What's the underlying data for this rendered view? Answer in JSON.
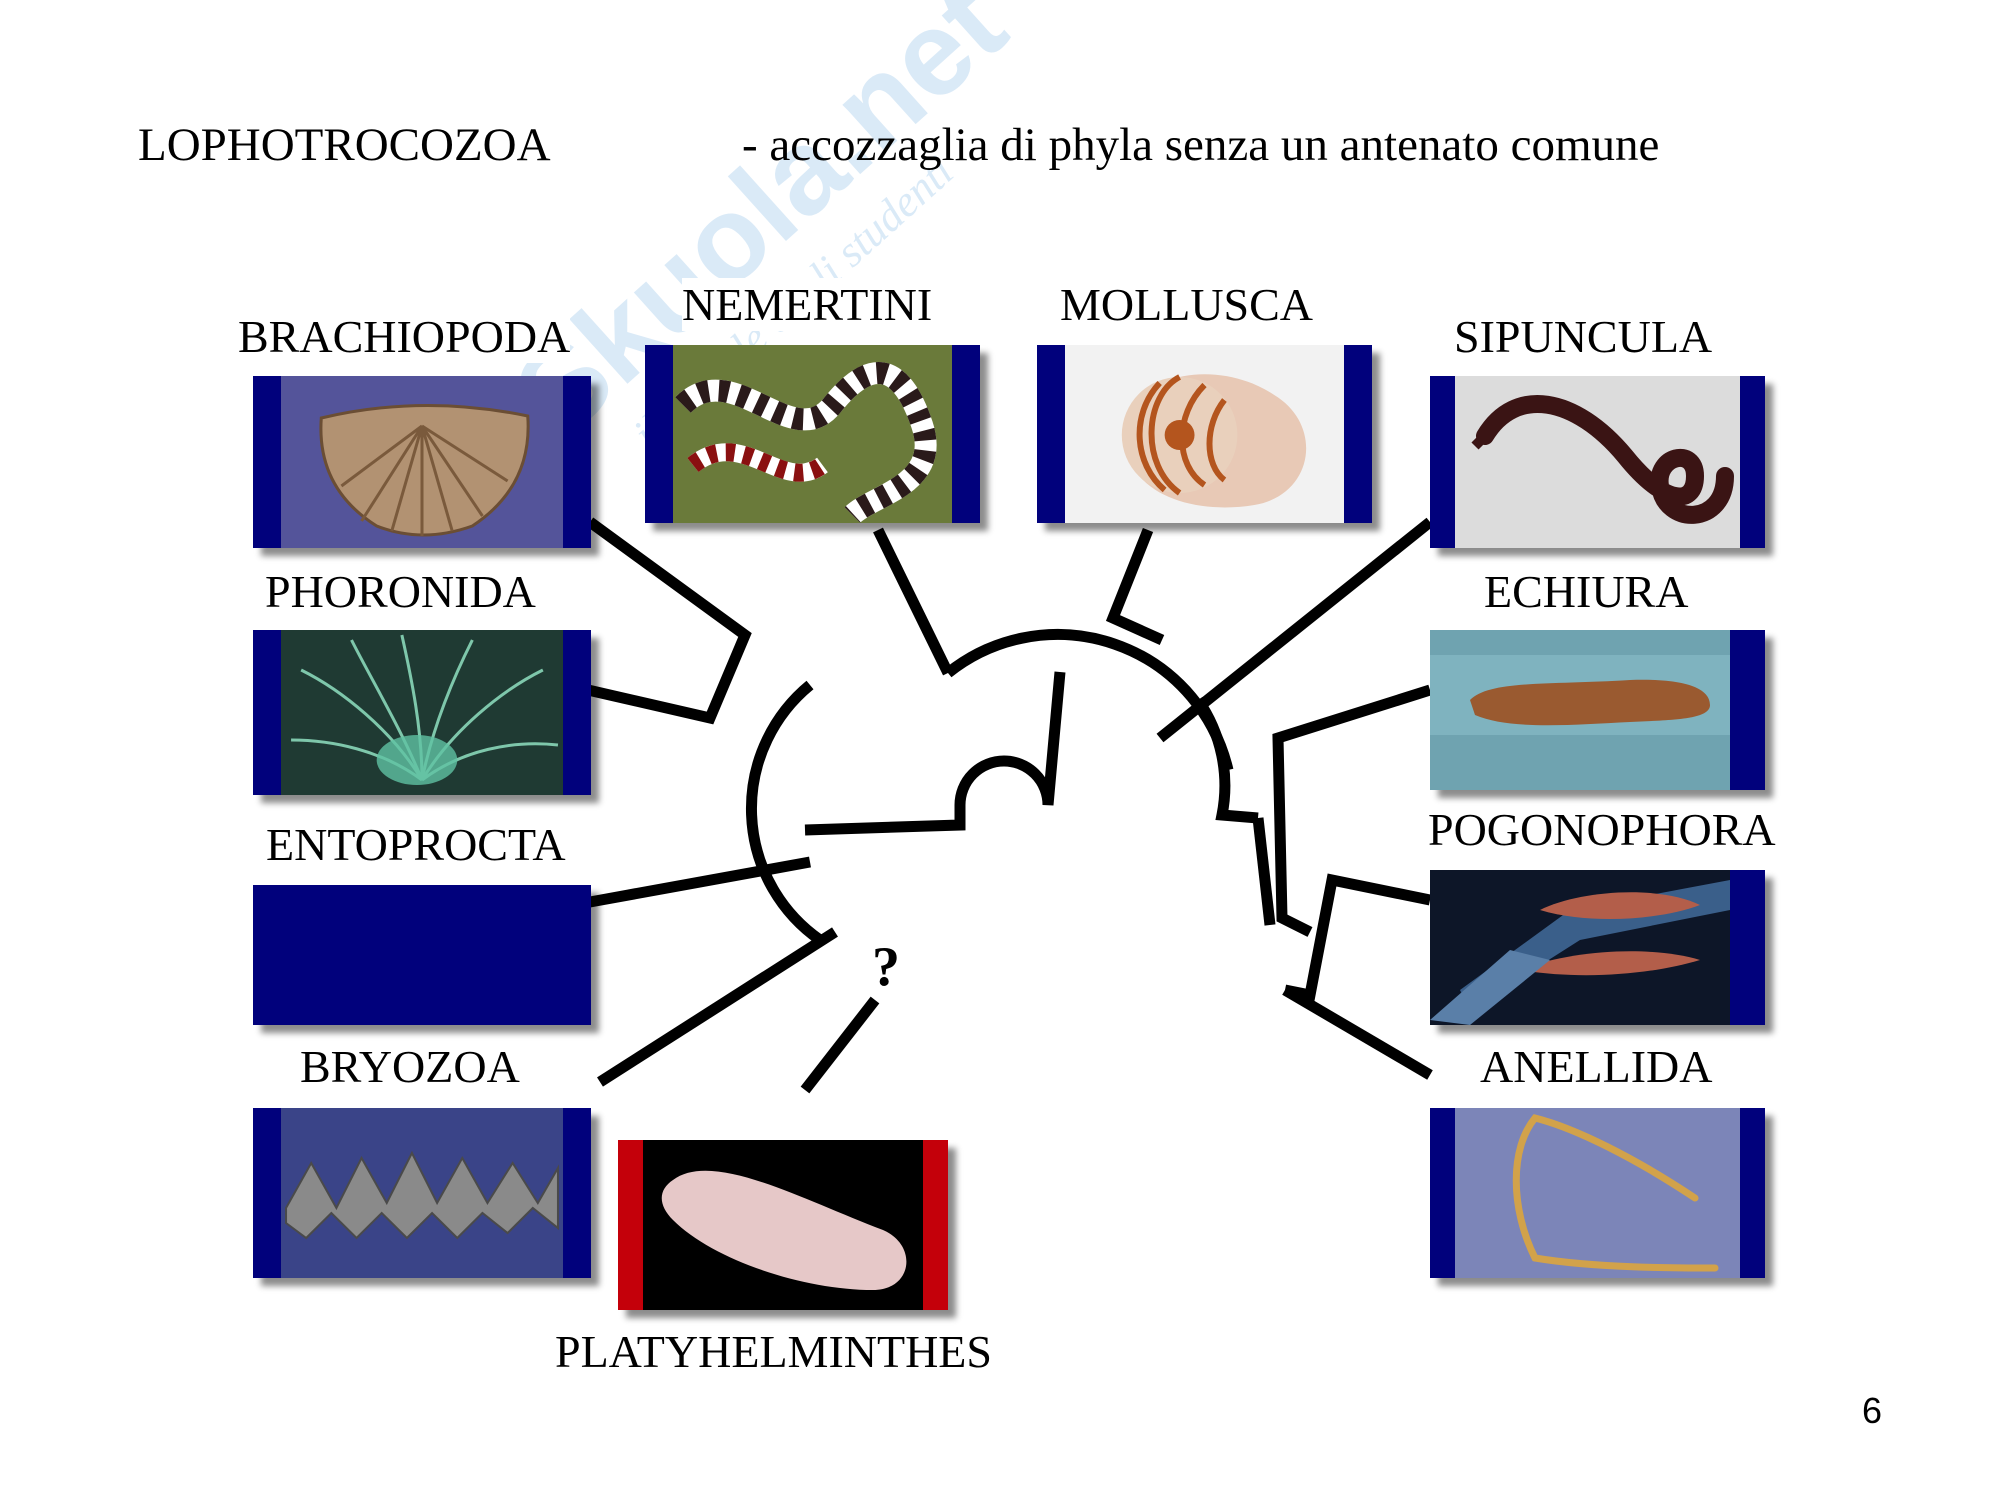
{
  "header": {
    "title": "LOPHOTROCOZOA",
    "subtitle": "- accozzaglia di phyla senza un antenato comune"
  },
  "phyla": {
    "brachiopoda": "BRACHIOPODA",
    "nemertini": "NEMERTINI",
    "mollusca": "MOLLUSCA",
    "sipuncula": "SIPUNCULA",
    "phoronida": "PHORONIDA",
    "echiura": "ECHIURA",
    "entoprocta": "ENTOPROCTA",
    "pogonophora": "POGONOPHORA",
    "bryozoa": "BRYOZOA",
    "anellida": "ANELLIDA",
    "platyhelminthes": "PLATYHELMINTHES"
  },
  "tree": {
    "uncertain_mark": "?"
  },
  "watermark": {
    "text": "Skuola.net",
    "tagline": "il portale degli studenti"
  },
  "page": {
    "number": "6"
  },
  "colors": {
    "panel_blue": "#01017c",
    "platy_border": "#c4000a",
    "branch": "#000000"
  }
}
